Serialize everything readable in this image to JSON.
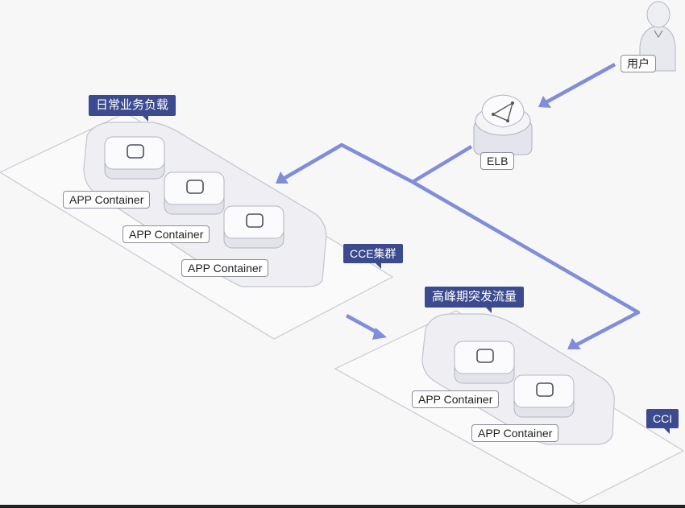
{
  "labels": {
    "user": "用户",
    "elb": "ELB",
    "daily_workload": "日常业务负载",
    "peak_traffic": "高峰期突发流量",
    "cce_cluster": "CCE集群",
    "cci": "CCI",
    "app_container": "APP Container"
  },
  "colors": {
    "accent": "#7f8ddb",
    "tag": "#3c4a8f",
    "outline": "#c9cad3"
  }
}
